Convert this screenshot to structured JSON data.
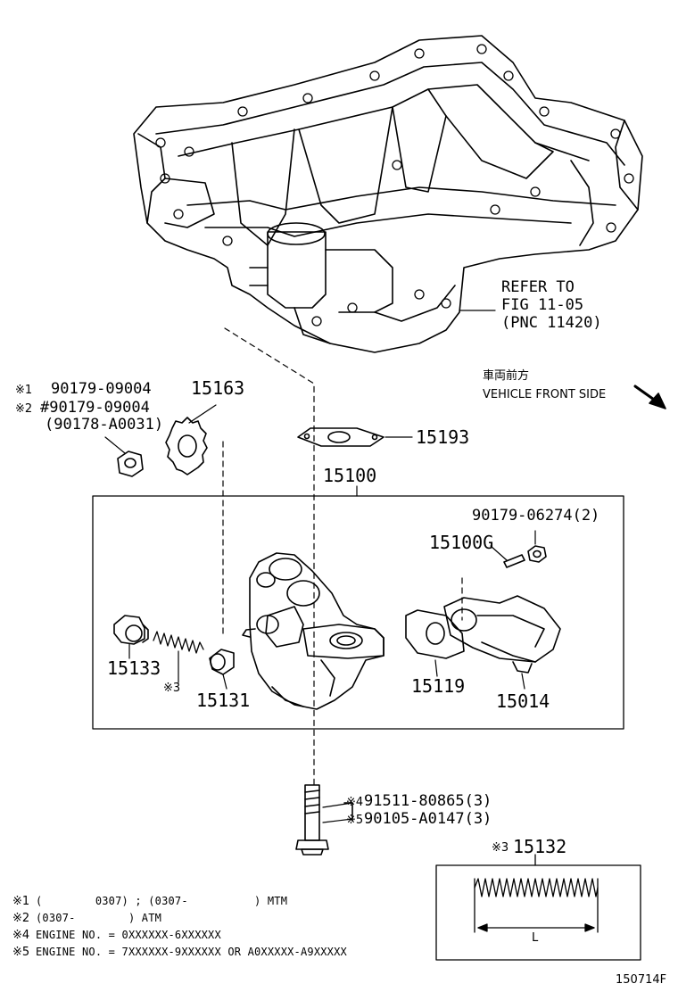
{
  "refer": {
    "line1": "REFER TO",
    "line2": "FIG 11-05",
    "line3": "(PNC 11420)"
  },
  "front": {
    "japanese": "車両前方",
    "english": "VEHICLE FRONT SIDE"
  },
  "parts": {
    "p1": {
      "mark": "※1",
      "number": "90179-09004"
    },
    "p2": {
      "mark": "※2",
      "number": "#90179-09004"
    },
    "p2_alt": {
      "number": "(90178-A0031)"
    },
    "p15163": "15163",
    "p15193": "15193",
    "p15100": "15100",
    "p90179_06274": "90179-06274(2)",
    "p15100G": "15100G",
    "p15133": "15133",
    "mark3_spring": "※3",
    "p15131": "15131",
    "p15119": "15119",
    "p15014": "15014",
    "bolt4": {
      "mark": "※4",
      "number": "91511-80865(3)"
    },
    "bolt5": {
      "mark": "※5",
      "number": "90105-A0147(3)"
    },
    "p15132": {
      "mark": "※3",
      "number": "15132"
    },
    "dimension": "L"
  },
  "notes": [
    {
      "mark": "※1",
      "text": "(        0307) ; (0307-          ) MTM"
    },
    {
      "mark": "※2",
      "text": "(0307-        ) ATM"
    },
    {
      "mark": "※4",
      "text": "ENGINE NO. = 0XXXXXX-6XXXXXX"
    },
    {
      "mark": "※5",
      "text": "ENGINE NO. = 7XXXXXX-9XXXXXX OR A0XXXXX-A9XXXXX"
    }
  ],
  "figure_id": "150714F"
}
